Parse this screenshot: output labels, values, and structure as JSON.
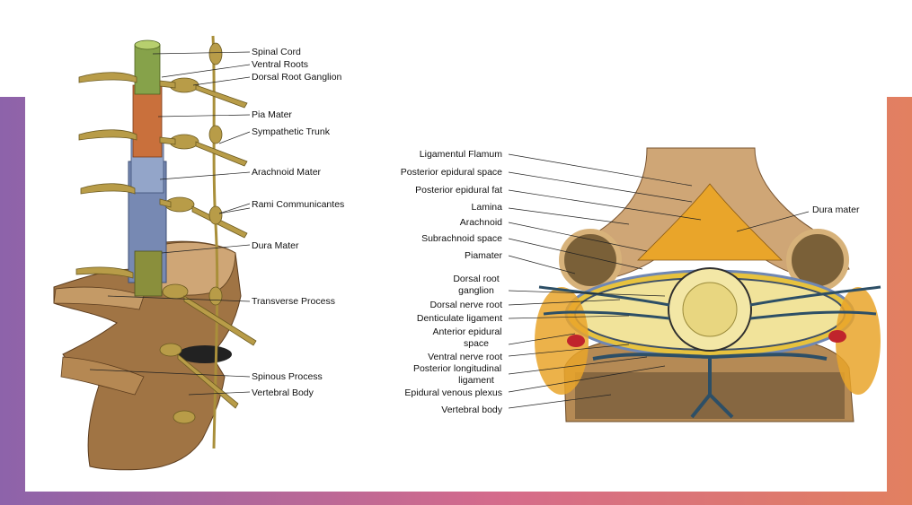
{
  "colors": {
    "gradient_left": "#8d63aa",
    "gradient_mid": "#d56b8b",
    "gradient_right": "#e28060",
    "bone": "#b88e5a",
    "bone_dark": "#7a5531",
    "fat": "#e9a52a",
    "nerve": "#a98f3a",
    "dura": "#6f87b3",
    "cord_green": "#86a24a",
    "pia_orange": "#c9703c",
    "vein": "#2d4f66"
  },
  "left_figure": {
    "labels": {
      "spinal_cord": "Spinal Cord",
      "ventral_roots": "Ventral Roots",
      "dorsal_root_ganglion": "Dorsal Root Ganglion",
      "pia_mater": "Pia Mater",
      "sympathetic_trunk": "Sympathetic Trunk",
      "arachnoid_mater": "Arachnoid Mater",
      "rami_communicantes": "Rami Communicantes",
      "dura_mater": "Dura Mater",
      "transverse_process": "Transverse Process",
      "spinous_process": "Spinous Process",
      "vertebral_body": "Vertebral Body"
    }
  },
  "right_figure": {
    "labels": {
      "ligamentul_flamum": "Ligamentul Flamum",
      "posterior_epidural_space": "Posterior epidural space",
      "posterior_epidural_fat": "Posterior epidural fat",
      "lamina": "Lamina",
      "arachnoid": "Arachnoid",
      "subrachnoid_space": "Subrachnoid space",
      "piamater": "Piamater",
      "dorsal_root_ganglion_1": "Dorsal root",
      "dorsal_root_ganglion_2": "ganglion",
      "dorsal_nerve_root": "Dorsal nerve root",
      "denticulate_ligament": "Denticulate ligament",
      "anterior_epidural_space_1": "Anterior epidural",
      "anterior_epidural_space_2": "space",
      "ventral_nerve_root": "Ventral nerve root",
      "posterior_longitudinal_ligament_1": "Posterior longitudinal",
      "posterior_longitudinal_ligament_2": "ligament",
      "epidural_venous_plexus": "Epidural venous plexus",
      "vertebral_body": "Vertebral body",
      "dura_mater": "Dura mater"
    }
  }
}
